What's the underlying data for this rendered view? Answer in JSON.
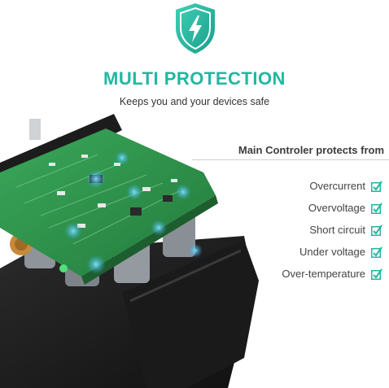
{
  "header": {
    "shield_icon": "lightning-shield-icon",
    "title": "MULTI PROTECTION",
    "subtitle": "Keeps you and your devices safe"
  },
  "colors": {
    "accent": "#22b7a0",
    "pcb_green": "#2f9a4c",
    "charger_black": "#1e1e1e"
  },
  "features": {
    "title": "Main Controler protects from",
    "check_icon": "checkbox-check-icon",
    "items": [
      {
        "label": "Overcurrent"
      },
      {
        "label": "Overvoltage"
      },
      {
        "label": "Short circuit"
      },
      {
        "label": "Under voltage"
      },
      {
        "label": "Over-temperature"
      }
    ]
  }
}
